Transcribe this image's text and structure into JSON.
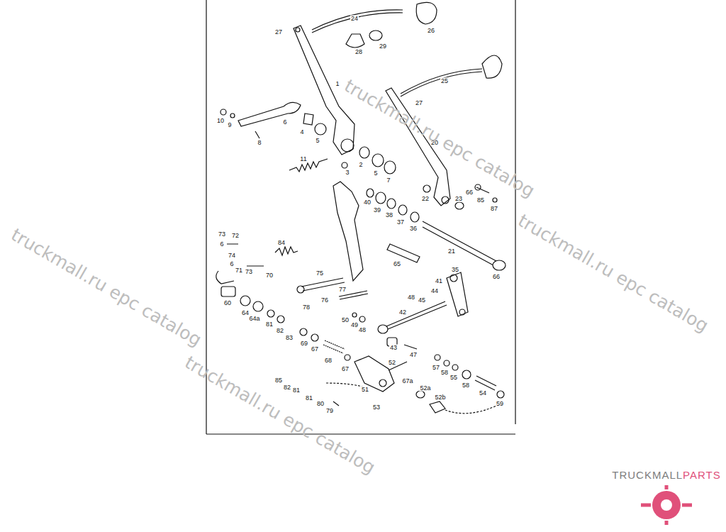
{
  "diagram": {
    "labels": [
      "24",
      "26",
      "27",
      "28",
      "29",
      "1",
      "25",
      "27",
      "10",
      "9",
      "6",
      "4",
      "5",
      "8",
      "20",
      "2",
      "3",
      "5",
      "7",
      "11",
      "22",
      "23",
      "66",
      "85",
      "87",
      "40",
      "39",
      "38",
      "37",
      "36",
      "21",
      "73",
      "72",
      "6",
      "84",
      "74",
      "6",
      "71",
      "73",
      "70",
      "65",
      "66",
      "35",
      "75",
      "41",
      "44",
      "48",
      "45",
      "60",
      "64",
      "77",
      "76",
      "78",
      "64a",
      "81",
      "82",
      "83",
      "42",
      "50",
      "49",
      "48",
      "69",
      "67",
      "43",
      "47",
      "68",
      "67",
      "52",
      "57",
      "58",
      "55",
      "58",
      "54",
      "59",
      "85",
      "82",
      "81",
      "51",
      "67a",
      "52a",
      "52b",
      "53",
      "80",
      "81",
      "79",
      "truckmall.ru epc catalog",
      "truckmall.ru epc catalog",
      "truckmall.ru epc catalog",
      "truckmall.ru epc catalog",
      "TRUCKMALL",
      "PARTS"
    ]
  }
}
